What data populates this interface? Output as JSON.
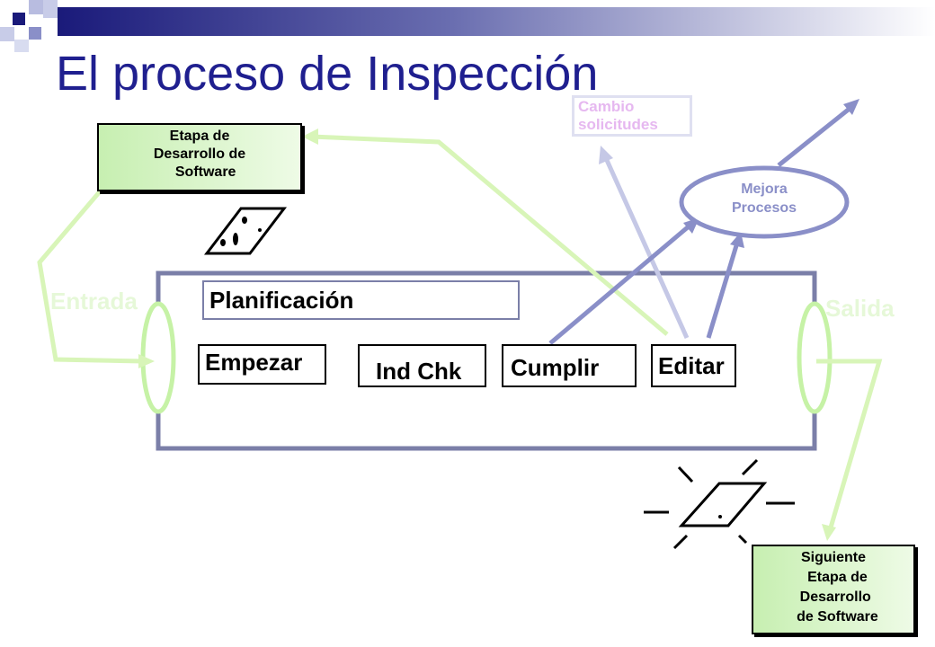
{
  "title": "El proceso de Inspección",
  "boxes": {
    "etapa": "Etapa de\nDesarrollo de\n   Software",
    "siguiente": "Siguiente\n  Etapa de\n Desarrollo\n  de Software",
    "cambio": "Cambio\nsolicitudes",
    "mejora": "Mejora\nProcesos",
    "planificacion": "Planificación",
    "empezar": "Empezar",
    "ind_chk": "Ind Chk",
    "cumplir": "Cumplir",
    "editar": "Editar",
    "entrada": "Entrada",
    "salida": "Salida"
  },
  "colors": {
    "title": "#1f1f8f",
    "green_arrow": "#d8f5b8",
    "blue_arrow": "#8a8fc8",
    "process_border": "#7b7fa8"
  }
}
